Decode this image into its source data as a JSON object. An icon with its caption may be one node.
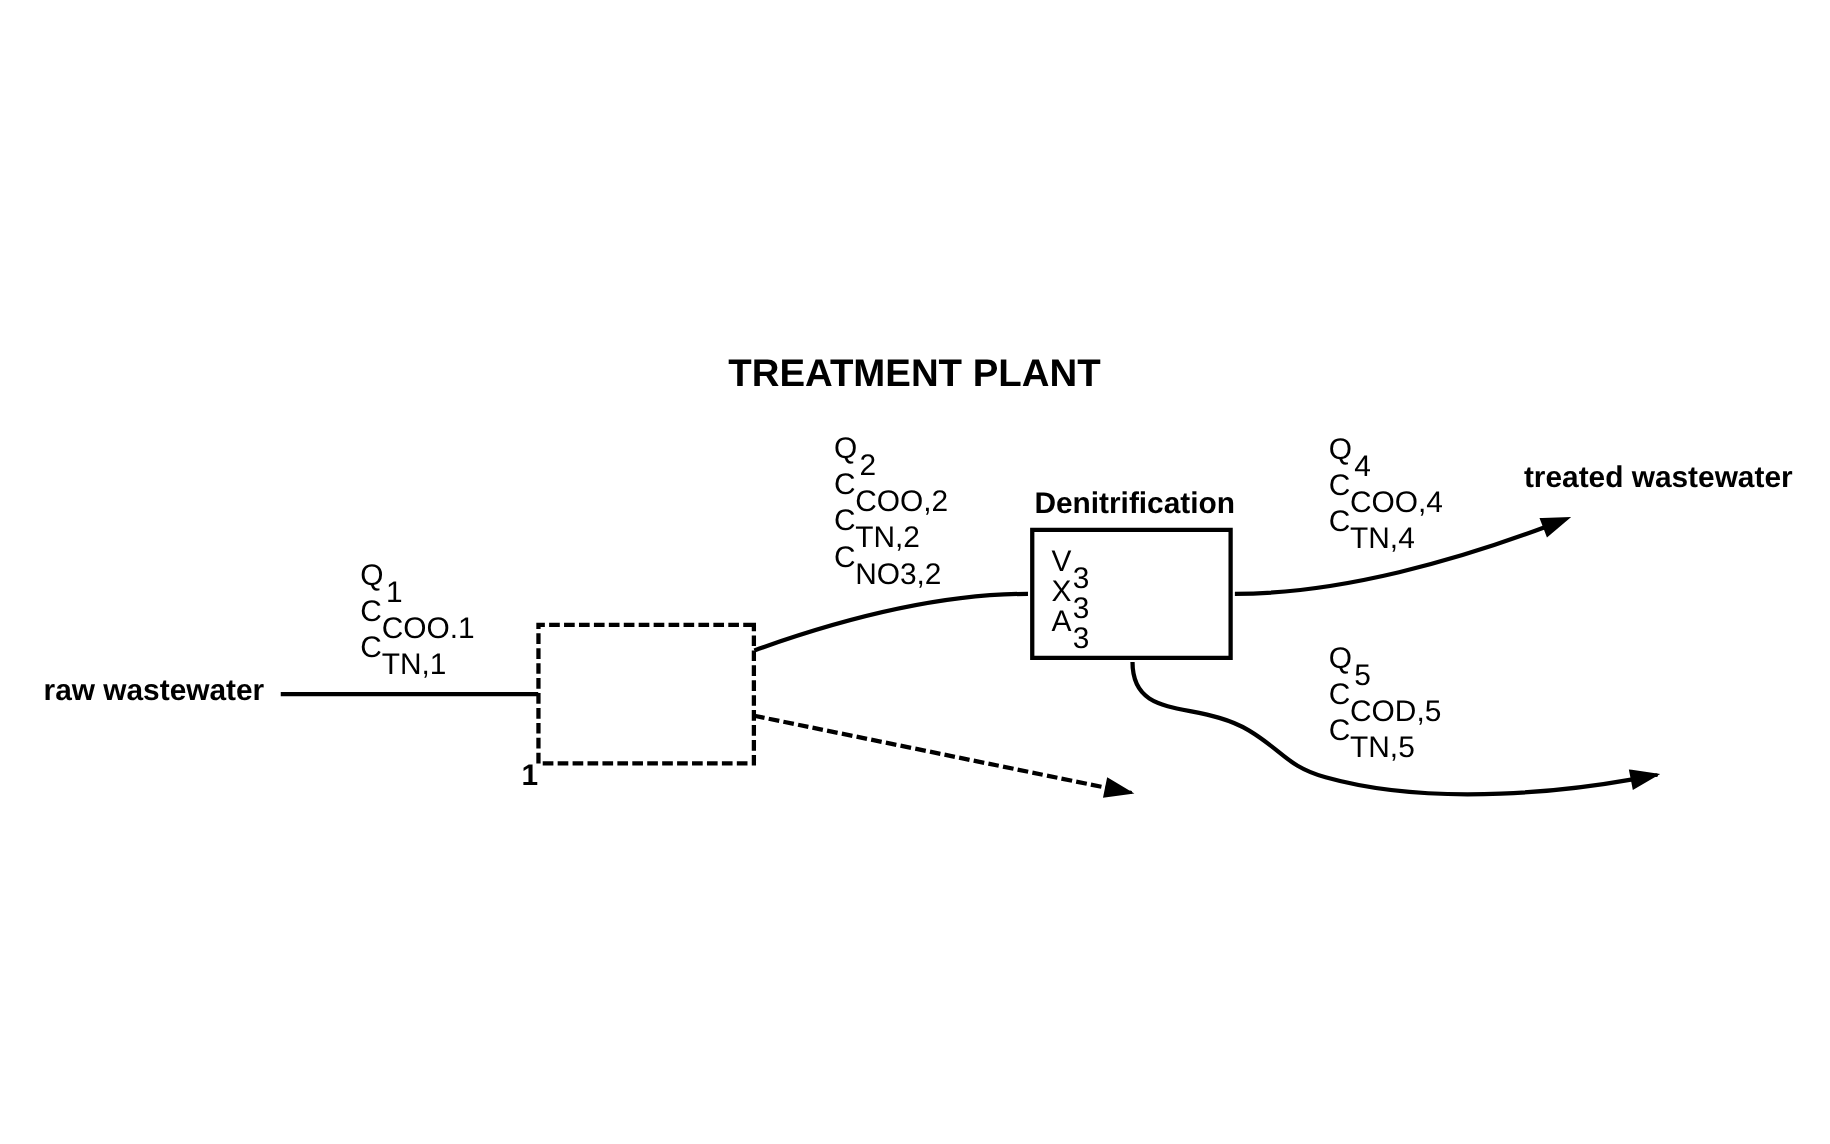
{
  "diagram": {
    "title": "TREATMENT PLANT",
    "nodes": [
      {
        "text": [
          "raw wastewater"
        ]
      },
      {
        "text": [],
        "shape": "box",
        "beside": [
          "1"
        ]
      },
      {
        "text": [
          "Denitrification",
          "V$_{3}$ X$_{3}$ A$_{3}$"
        ]
      },
      {
        "text": [
          "treated wastewater"
        ]
      }
    ],
    "edges": [
      {
        "from": 0,
        "to": 1,
        "arrow": "none",
        "label": "Q$_{1}$ C$_{COO.1}$ C$_{TN,1}$"
      },
      {
        "from": 1,
        "to": 2,
        "arrow": "none",
        "label": "Q$_{2}$ C$_{COO,2}$ C$_{TN,2}$ C$_{NO3,2}$"
      },
      {
        "from": 2,
        "to": 3,
        "arrow": "to",
        "label": "Q$_{4}$ C$_{COO,4}$ C$_{TN,4}$"
      },
      {
        "from": 2,
        "to": null,
        "arrow": "to",
        "label": "Q$_{5}$ C$_{COD,5}$ C$_{TN,5}$"
      },
      {
        "from": 1,
        "to": null,
        "arrow": "to",
        "style": "dashed"
      }
    ]
  }
}
